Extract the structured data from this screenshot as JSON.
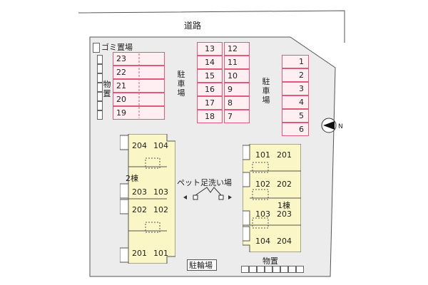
{
  "road": {
    "label": "道路"
  },
  "north": {
    "symbol": "N"
  },
  "trash": {
    "label": "ゴミ置場"
  },
  "storage_left": {
    "label": "物置"
  },
  "storage_bottom": {
    "label": "物置"
  },
  "bicycle_parking": {
    "label": "駐輪場"
  },
  "pet_area": {
    "label": "ペット足洗い場"
  },
  "parking_label_a": "駐車場",
  "parking_label_b": "駐車場",
  "parking_left_stalls": [
    "23",
    "22",
    "21",
    "20",
    "19"
  ],
  "parking_mid_left": [
    "13",
    "14",
    "15",
    "16",
    "17",
    "18"
  ],
  "parking_mid_right": [
    "12",
    "11",
    "10",
    "9",
    "8",
    "7"
  ],
  "parking_right": [
    "1",
    "2",
    "3",
    "4",
    "5",
    "6"
  ],
  "building2": {
    "name": "2棟",
    "rows": [
      {
        "a": "204",
        "b": "104"
      },
      {
        "a": "203",
        "b": "103"
      },
      {
        "a": "202",
        "b": "102"
      },
      {
        "a": "201",
        "b": "101"
      }
    ]
  },
  "building1": {
    "name": "1棟",
    "rows": [
      {
        "a": "101",
        "b": "201"
      },
      {
        "a": "102",
        "b": "202"
      },
      {
        "a": "103",
        "b": "203"
      },
      {
        "a": "104",
        "b": "204"
      }
    ]
  },
  "colors": {
    "lot": "#ececec",
    "parking_border": "#e2597a",
    "parking_fill": "#ffeef2",
    "building": "#fbf6c6"
  }
}
